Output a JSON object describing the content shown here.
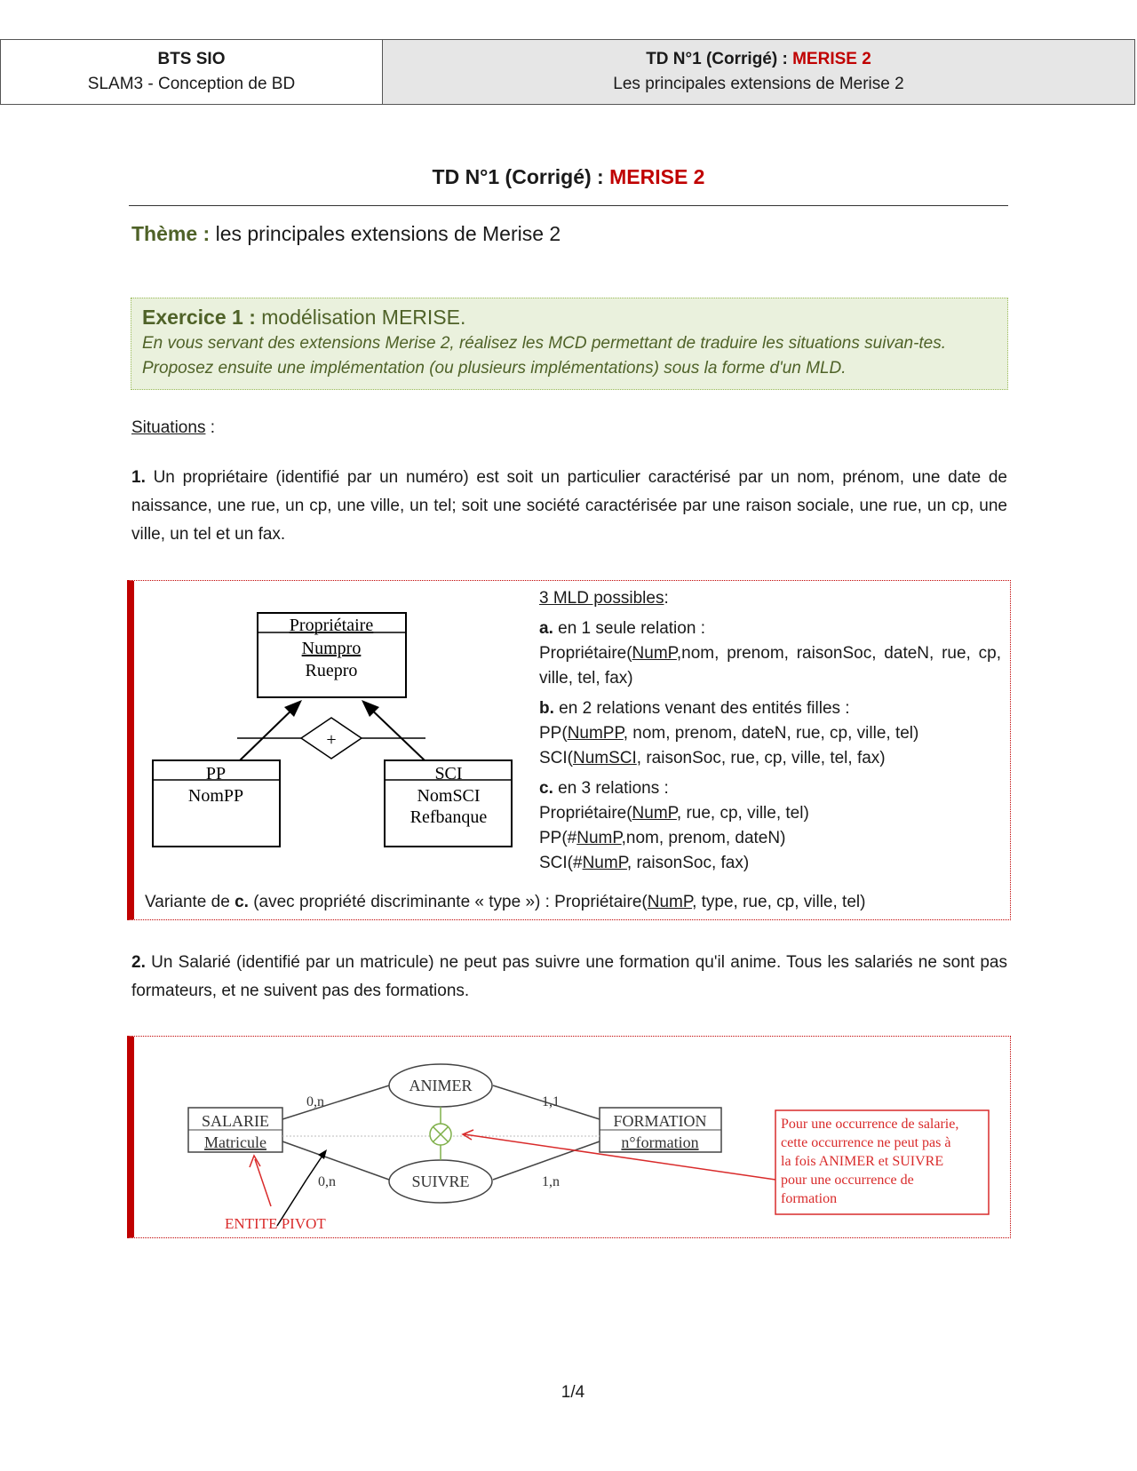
{
  "header": {
    "left_line1": "BTS SIO",
    "left_line2": "SLAM3 - Conception de BD",
    "right_line1_prefix": "TD N°1 (Corrigé) : ",
    "right_line1_highlight": "MERISE 2",
    "right_line2": "Les principales extensions de Merise 2"
  },
  "title": {
    "prefix": "TD N°1 (Corrigé) : ",
    "highlight": "MERISE 2"
  },
  "theme": {
    "label": "Thème :",
    "text": " les principales extensions de Merise 2"
  },
  "exercise": {
    "label": "Exercice 1 :",
    "title": " modélisation MERISE.",
    "instructions": "En vous servant des extensions Merise 2, réalisez les MCD permettant de traduire les situations suivan-tes. Proposez ensuite une implémentation (ou plusieurs implémentations) sous la forme d'un MLD."
  },
  "situations_label": "Situations",
  "situations_suffix": " :",
  "situation1": {
    "num": "1.",
    "text": " Un propriétaire (identifié par un numéro) est soit un particulier caractérisé par un nom, prénom, une date de naissance, une rue, un cp, une ville, un tel; soit une société caractérisée par une raison sociale, une rue, un cp, une ville, un tel et un fax."
  },
  "diagram1": {
    "parent_name": "Propriétaire",
    "parent_attr1": "Numpro",
    "parent_attr2": "Ruepro",
    "symbol": "+",
    "child1_name": "PP",
    "child1_attr1": "NomPP",
    "child2_name": "SCI",
    "child2_attr1": "NomSCI",
    "child2_attr2": "Refbanque"
  },
  "mld": {
    "heading": "3 MLD possibles",
    "heading_suffix": ":",
    "a_label": "a.",
    "a_text": " en 1 seule relation :",
    "a_rel_pre": "Propriétaire(",
    "a_rel_key": "NumP",
    "a_rel_post": ",nom,  prenom,  raisonSoc,  dateN, rue, cp, ville, tel, fax)",
    "b_label": "b.",
    "b_text": " en 2 relations venant des entités filles :",
    "b_rel1_pre": "PP(",
    "b_rel1_key": "NumPP",
    "b_rel1_post": ", nom, prenom, dateN, rue, cp, ville, tel)",
    "b_rel2_pre": "SCI(",
    "b_rel2_key": "NumSCI",
    "b_rel2_post": ", raisonSoc, rue, cp, ville, tel, fax)",
    "c_label": "c.",
    "c_text": " en 3 relations :",
    "c_rel1_pre": "Propriétaire(",
    "c_rel1_key": "NumP",
    "c_rel1_post": ", rue, cp, ville, tel)",
    "c_rel2_pre": "PP(#",
    "c_rel2_key": "NumP",
    "c_rel2_post": ",nom, prenom, dateN)",
    "c_rel3_pre": "SCI(#",
    "c_rel3_key": "NumP",
    "c_rel3_post": ", raisonSoc, fax)",
    "variant_pre": "Variante de ",
    "variant_bold": "c.",
    "variant_mid": " (avec propriété discriminante « type ») : Propriétaire(",
    "variant_key": "NumP",
    "variant_post": ", type, rue, cp, ville, tel)"
  },
  "situation2": {
    "num": "2.",
    "text": " Un Salarié (identifié par un matricule) ne peut pas suivre une formation qu'il anime. Tous les salariés ne sont pas formateurs, et ne suivent pas des formations."
  },
  "diagram2": {
    "entity1_name": "SALARIE",
    "entity1_id": "Matricule",
    "entity2_name": "FORMATION",
    "entity2_id": "n°formation",
    "assoc1": "ANIMER",
    "assoc2": "SUIVRE",
    "card_e1_a1": "0,n",
    "card_e2_a1": "1,1",
    "card_e1_a2": "0,n",
    "card_e2_a2": "1,n",
    "pivot_label": "ENTITE PIVOT",
    "note_line1": "Pour une occurrence de salarie,",
    "note_line2": "cette occurrence ne peut pas à",
    "note_line3": "la fois  ANIMER et  SUIVRE",
    "note_line4": "pour une occurrence de",
    "note_line5": "formation"
  },
  "footer": {
    "page": "1/4"
  }
}
